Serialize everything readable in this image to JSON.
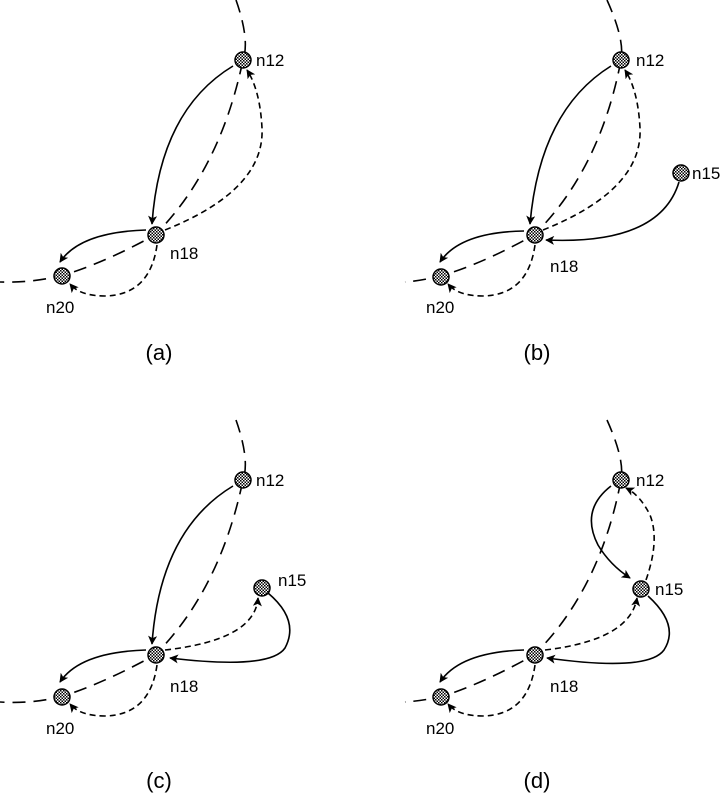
{
  "panels": [
    {
      "caption": "(a)",
      "nodes": [
        {
          "id": "n12",
          "label": "n12"
        },
        {
          "id": "n18",
          "label": "n18"
        },
        {
          "id": "n20",
          "label": "n20"
        }
      ]
    },
    {
      "caption": "(b)",
      "nodes": [
        {
          "id": "n12",
          "label": "n12"
        },
        {
          "id": "n15",
          "label": "n15"
        },
        {
          "id": "n18",
          "label": "n18"
        },
        {
          "id": "n20",
          "label": "n20"
        }
      ]
    },
    {
      "caption": "(c)",
      "nodes": [
        {
          "id": "n12",
          "label": "n12"
        },
        {
          "id": "n15",
          "label": "n15"
        },
        {
          "id": "n18",
          "label": "n18"
        },
        {
          "id": "n20",
          "label": "n20"
        }
      ]
    },
    {
      "caption": "(d)",
      "nodes": [
        {
          "id": "n12",
          "label": "n12"
        },
        {
          "id": "n15",
          "label": "n15"
        },
        {
          "id": "n18",
          "label": "n18"
        },
        {
          "id": "n20",
          "label": "n20"
        }
      ]
    }
  ],
  "edge_styles": {
    "ring": "long-dashed",
    "finger": "solid",
    "predecessor": "short-dashed"
  },
  "colors": {
    "stroke": "#000000",
    "background": "#ffffff"
  }
}
